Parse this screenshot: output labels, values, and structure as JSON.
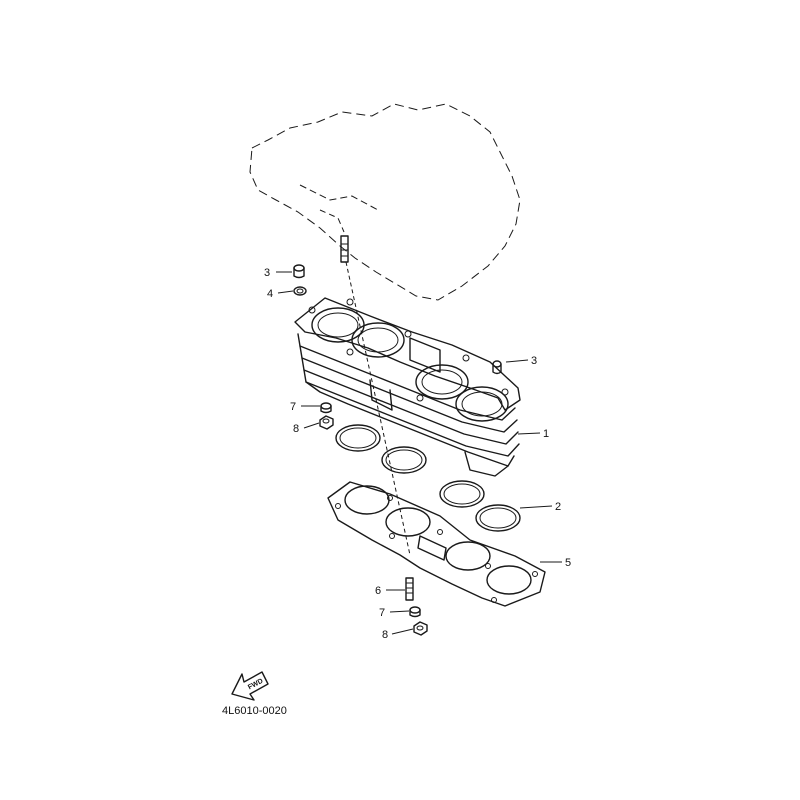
{
  "diagram": {
    "drawing_code": "4L6010-0020",
    "fwd_label": "FWD",
    "callouts": [
      "1",
      "2",
      "3",
      "3",
      "4",
      "5",
      "6",
      "7",
      "7",
      "8",
      "8"
    ]
  }
}
